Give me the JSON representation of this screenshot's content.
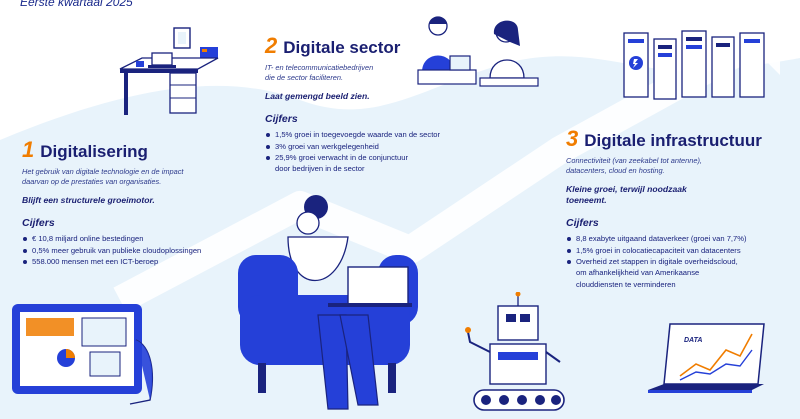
{
  "header": {
    "period": "Eerste kwartaal 2025"
  },
  "sections": [
    {
      "number": "1",
      "title": "Digitalisering",
      "description": [
        "Het gebruik van digitale technologie en de impact",
        "daarvan op de prestaties van organisaties."
      ],
      "conclusion": "Blijft een structurele groeimotor.",
      "figures_label": "Cijfers",
      "facts": [
        "€ 10,8 miljard online bestedingen",
        "0,5% meer gebruik van publieke cloudoplossingen",
        "558.000 mensen met een ICT-beroep"
      ]
    },
    {
      "number": "2",
      "title": "Digitale sector",
      "description": [
        "IT- en telecommunicatiebedrijven",
        "die de sector faciliteren."
      ],
      "conclusion": "Laat gemengd beeld zien.",
      "figures_label": "Cijfers",
      "facts": [
        "1,5% groei in toegevoegde waarde van de sector",
        "3% groei van werkgelegenheid",
        "25,9% groei verwacht in de conjunctuur",
        "door bedrijven in de sector"
      ]
    },
    {
      "number": "3",
      "title": "Digitale infrastructuur",
      "description": [
        "Connectiviteit (van zeekabel tot antenne),",
        "datacenters, cloud en hosting."
      ],
      "conclusion": [
        "Kleine groei, terwijl noodzaak",
        "toeneemt."
      ],
      "figures_label": "Cijfers",
      "facts": [
        "8,8 exabyte uitgaand dataverkeer (groei van 7,7%)",
        "1,5% groei in colocatiecapaciteit van datacenters",
        "Overheid zet stappen in digitale overheidscloud,",
        "om afhankelijkheid van Amerikaanse",
        "clouddiensten te verminderen"
      ]
    }
  ],
  "laptop_screen_label": "DATA",
  "colors": {
    "accent": "#f07d00",
    "navy": "#1a1f71",
    "royal": "#2540d8",
    "sky": "#e8f3fb"
  }
}
